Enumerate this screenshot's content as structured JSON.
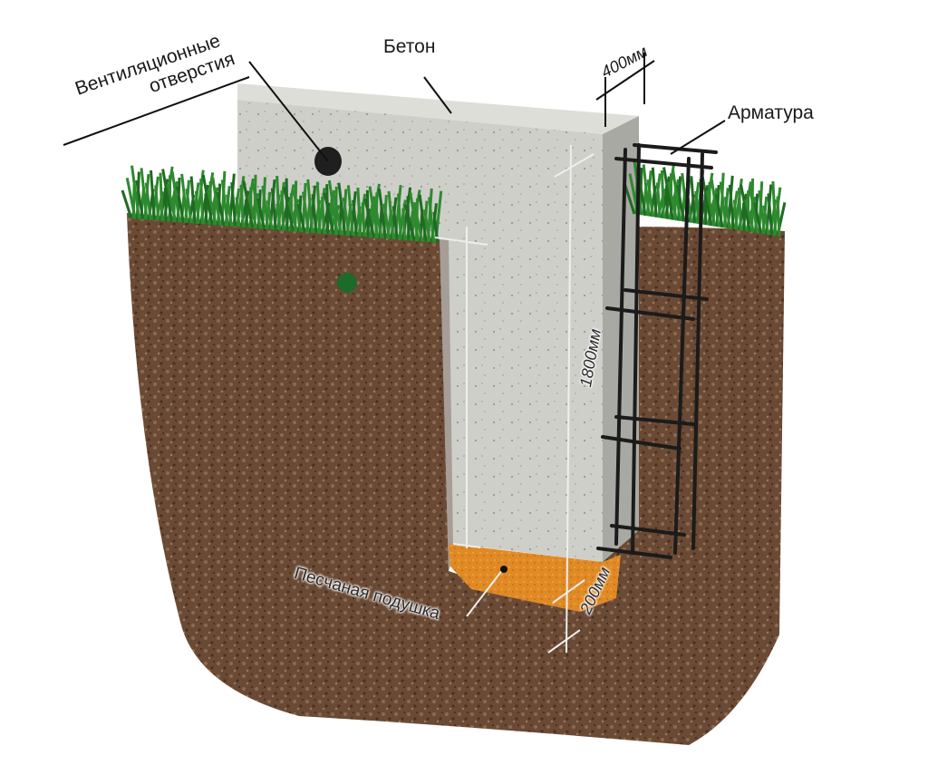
{
  "labels": {
    "ventilation": [
      "Вентиляционные",
      "отверстия"
    ],
    "concrete": "Бетон",
    "rebar": "Арматура",
    "sand_cushion": "Песчаная подушка"
  },
  "dimensions": {
    "width": "400мм",
    "depth": "1800мм",
    "sand_thickness": "200мм"
  },
  "colors": {
    "soil": "#6b4a35",
    "concrete": "#c9c9c4",
    "sand": "#e08a25",
    "grass": "#2e8a2e",
    "rebar": "#1b1b1b"
  }
}
